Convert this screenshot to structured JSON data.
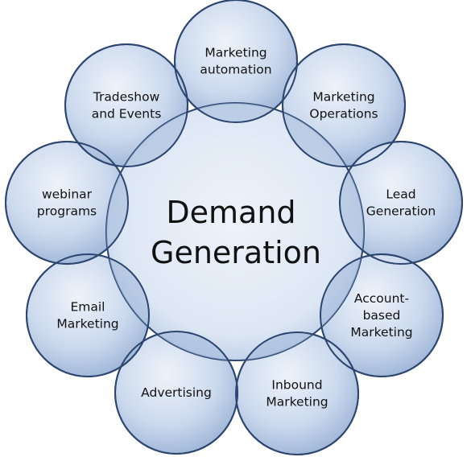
{
  "center": {
    "lines": [
      "Demand",
      "Generation"
    ]
  },
  "nodes": [
    {
      "id": "marketing-automation",
      "lines": [
        "Marketing",
        "automation"
      ]
    },
    {
      "id": "marketing-operations",
      "lines": [
        "Marketing",
        "Operations"
      ]
    },
    {
      "id": "lead-generation",
      "lines": [
        "Lead",
        "Generation"
      ]
    },
    {
      "id": "account-based-marketing",
      "lines": [
        "Account-",
        "based",
        "Marketing"
      ]
    },
    {
      "id": "inbound-marketing",
      "lines": [
        "Inbound",
        "Marketing"
      ]
    },
    {
      "id": "advertising",
      "lines": [
        "Advertising"
      ]
    },
    {
      "id": "email-marketing",
      "lines": [
        "Email",
        "Marketing"
      ]
    },
    {
      "id": "webinar-programs",
      "lines": [
        "webinar",
        "programs"
      ]
    },
    {
      "id": "tradeshow-and-events",
      "lines": [
        "Tradeshow",
        "and Events"
      ]
    }
  ],
  "colors": {
    "fill_light": "#eef3fa",
    "fill_mid": "#ccdaee",
    "fill_dark": "#9fb6d8",
    "stroke": "#2c4670"
  }
}
